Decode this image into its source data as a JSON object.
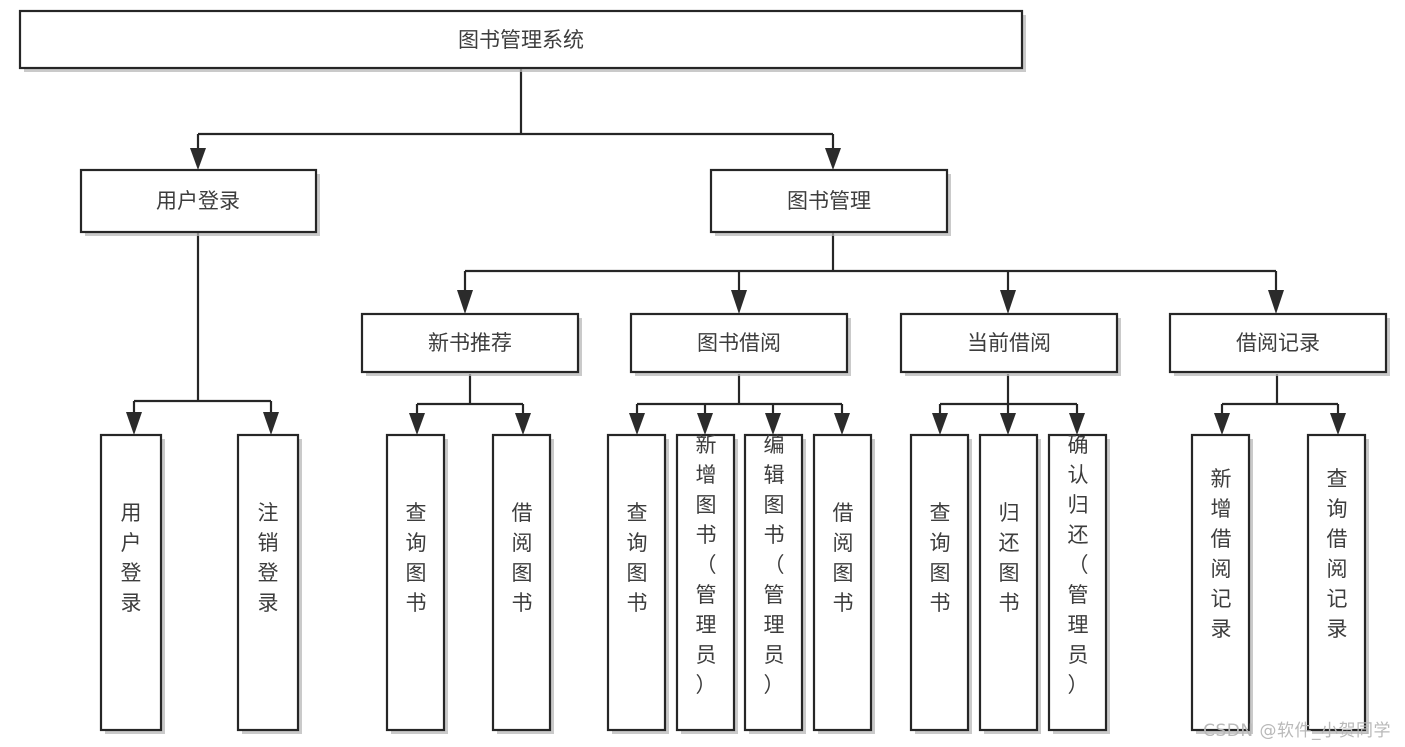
{
  "diagram": {
    "type": "tree-hierarchy",
    "title": "图书管理系统",
    "root": {
      "id": "root",
      "label": "图书管理系统",
      "orientation": "horizontal"
    },
    "level2": [
      {
        "id": "user-login",
        "label": "用户登录",
        "orientation": "horizontal"
      },
      {
        "id": "book-manage",
        "label": "图书管理",
        "orientation": "horizontal"
      }
    ],
    "level3": [
      {
        "id": "new-book-recommend",
        "label": "新书推荐",
        "orientation": "horizontal"
      },
      {
        "id": "book-borrow",
        "label": "图书借阅",
        "orientation": "horizontal"
      },
      {
        "id": "current-borrow",
        "label": "当前借阅",
        "orientation": "horizontal"
      },
      {
        "id": "borrow-record",
        "label": "借阅记录",
        "orientation": "horizontal"
      }
    ],
    "leaves": [
      {
        "id": "leaf-user-login",
        "label": "用户登录",
        "parent": "user-login",
        "orientation": "vertical"
      },
      {
        "id": "leaf-user-logout",
        "label": "注销登录",
        "parent": "user-login",
        "orientation": "vertical"
      },
      {
        "id": "leaf-query-book-1",
        "label": "查询图书",
        "parent": "new-book-recommend",
        "orientation": "vertical"
      },
      {
        "id": "leaf-borrow-book-1",
        "label": "借阅图书",
        "parent": "new-book-recommend",
        "orientation": "vertical"
      },
      {
        "id": "leaf-query-book-2",
        "label": "查询图书",
        "parent": "book-borrow",
        "orientation": "vertical"
      },
      {
        "id": "leaf-add-book",
        "label": "新增图书（管理员）",
        "parent": "book-borrow",
        "orientation": "vertical"
      },
      {
        "id": "leaf-edit-book",
        "label": "编辑图书（管理员）",
        "parent": "book-borrow",
        "orientation": "vertical"
      },
      {
        "id": "leaf-borrow-book-2",
        "label": "借阅图书",
        "parent": "book-borrow",
        "orientation": "vertical"
      },
      {
        "id": "leaf-query-book-3",
        "label": "查询图书",
        "parent": "current-borrow",
        "orientation": "vertical"
      },
      {
        "id": "leaf-return-book",
        "label": "归还图书",
        "parent": "current-borrow",
        "orientation": "vertical"
      },
      {
        "id": "leaf-confirm-return",
        "label": "确认归还（管理员）",
        "parent": "current-borrow",
        "orientation": "vertical"
      },
      {
        "id": "leaf-add-record",
        "label": "新增借阅记录",
        "parent": "borrow-record",
        "orientation": "vertical"
      },
      {
        "id": "leaf-query-record",
        "label": "查询借阅记录",
        "parent": "borrow-record",
        "orientation": "vertical"
      }
    ],
    "colors": {
      "background": "#ffffff",
      "box_fill": "#ffffff",
      "box_stroke": "#262626",
      "text": "#3d3d3d",
      "watermark": "#b9b9b9"
    }
  },
  "watermark": {
    "text": "CSDN @软件_小贺同学"
  }
}
